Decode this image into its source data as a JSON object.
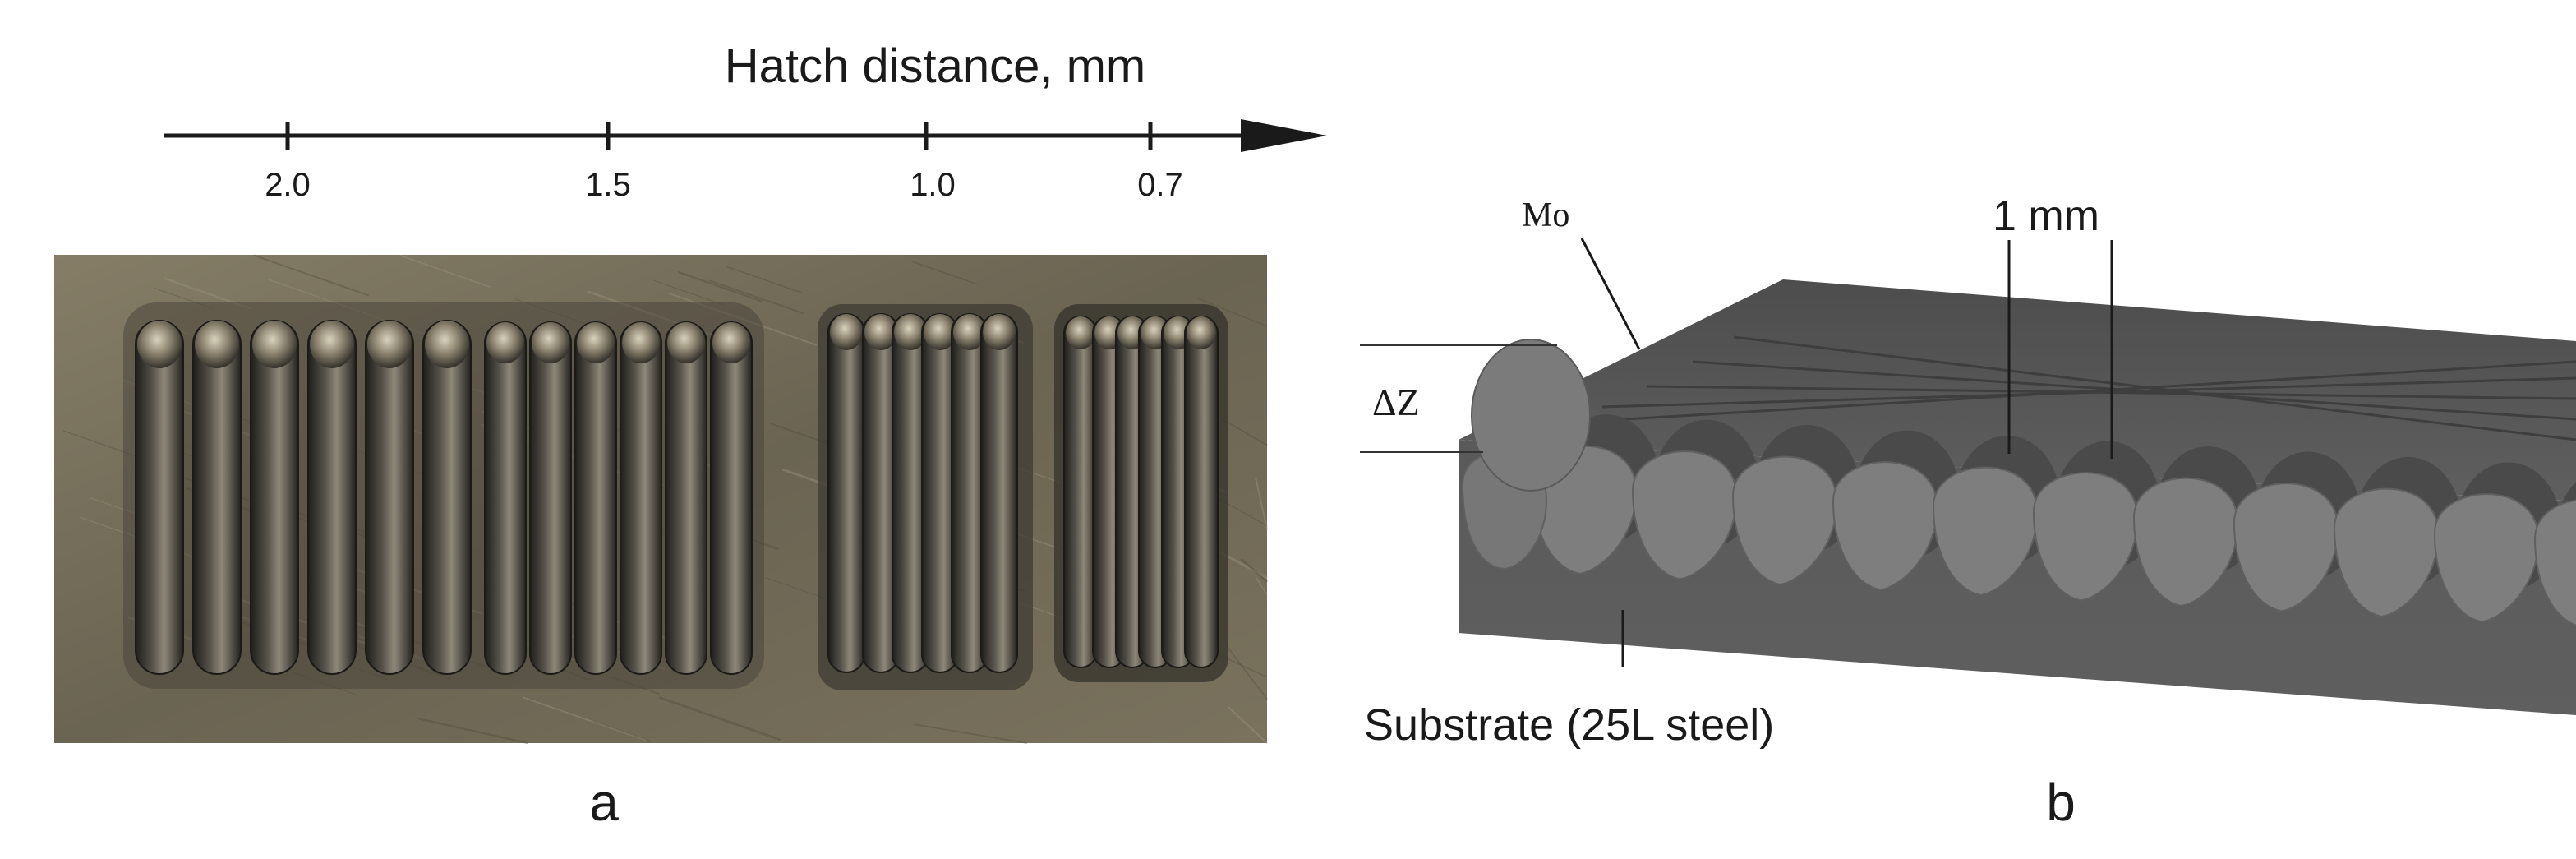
{
  "panel_a": {
    "axis_title": "Hatch distance, mm",
    "ticks": [
      "2.0",
      "1.5",
      "1.0",
      "0.7"
    ],
    "label": "a"
  },
  "panel_b": {
    "material_label": "Mo",
    "dz_label": "ΔZ",
    "spacing_label": "1 mm",
    "substrate_label": "Substrate (25L steel)",
    "label": "b"
  },
  "colors": {
    "photo_metal": "#6e6753",
    "track_dark": "#2f2d28",
    "block_top": "#545454",
    "block_side": "#5d5d5d",
    "bead": "#7d7d7d"
  }
}
